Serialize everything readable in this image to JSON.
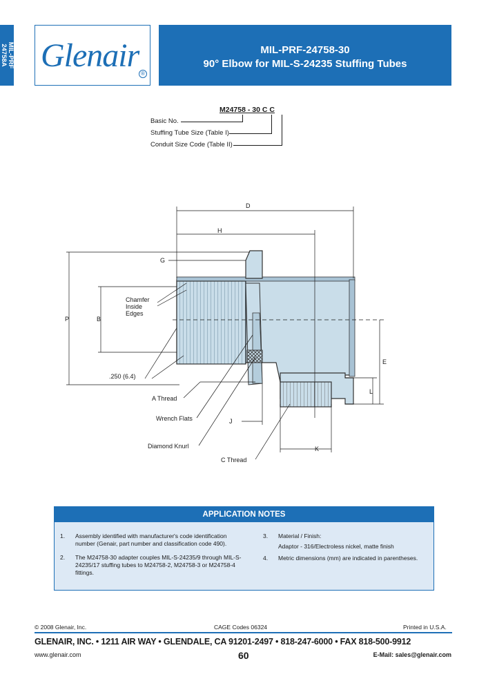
{
  "side_tab": {
    "line1": "MIL-PRF",
    "line2": "24758A"
  },
  "logo": {
    "text": "Glenair",
    "reg": "®"
  },
  "title": {
    "line1": "MIL-PRF-24758-30",
    "line2": "90° Elbow for MIL-S-24235 Stuffing Tubes"
  },
  "part_number": {
    "code": "M24758 - 30  C  C",
    "fields": [
      "Basic No.",
      "Stuffing Tube Size (Table I)",
      "Conduit Size Code (Table II)"
    ]
  },
  "diagram": {
    "dims": {
      "d": "D",
      "h": "H",
      "g": "G",
      "p": "P",
      "b": "B",
      "e": "E",
      "l": "L",
      "j": "J",
      "k": "K"
    },
    "callouts": {
      "chamfer1": "Chamfer",
      "chamfer2": "Inside",
      "chamfer3": "Edges",
      "dim_250": ".250 (6.4)",
      "a_thread": "A Thread",
      "wrench_flats": "Wrench Flats",
      "diamond_knurl": "Diamond Knurl",
      "c_thread": "C Thread"
    }
  },
  "notes": {
    "header": "APPLICATION NOTES",
    "items": [
      {
        "num": "1.",
        "text": "Assembly identified with manufacturer's code identification number (Genair, part number and classification code 490)."
      },
      {
        "num": "2.",
        "text": "The M24758-30 adapter couples MIL-S-24235/9 through MIL-S-24235/17 stuffing tubes to M24758-2, M24758-3 or M24758-4 fittings."
      },
      {
        "num": "3.",
        "text": "Material / Finish:"
      },
      {
        "num": "",
        "text": "Adaptor - 316/Electroless nickel, matte finish"
      },
      {
        "num": "4.",
        "text": "Metric dimensions (mm) are indicated in parentheses."
      }
    ]
  },
  "footer": {
    "copyright": "© 2008 Glenair, Inc.",
    "cage": "CAGE Codes 06324",
    "printed": "Printed in U.S.A.",
    "main": "GLENAIR, INC.  •  1211 AIR WAY  •  GLENDALE, CA 91201-2497  •  818-247-6000  •  FAX 818-500-9912",
    "web": "www.glenair.com",
    "page": "60",
    "email": "E-Mail: sales@glenair.com"
  },
  "colors": {
    "brand_blue": "#1d6fb6",
    "part_fill": "#c9dde9",
    "notes_bg": "#dde9f5"
  }
}
